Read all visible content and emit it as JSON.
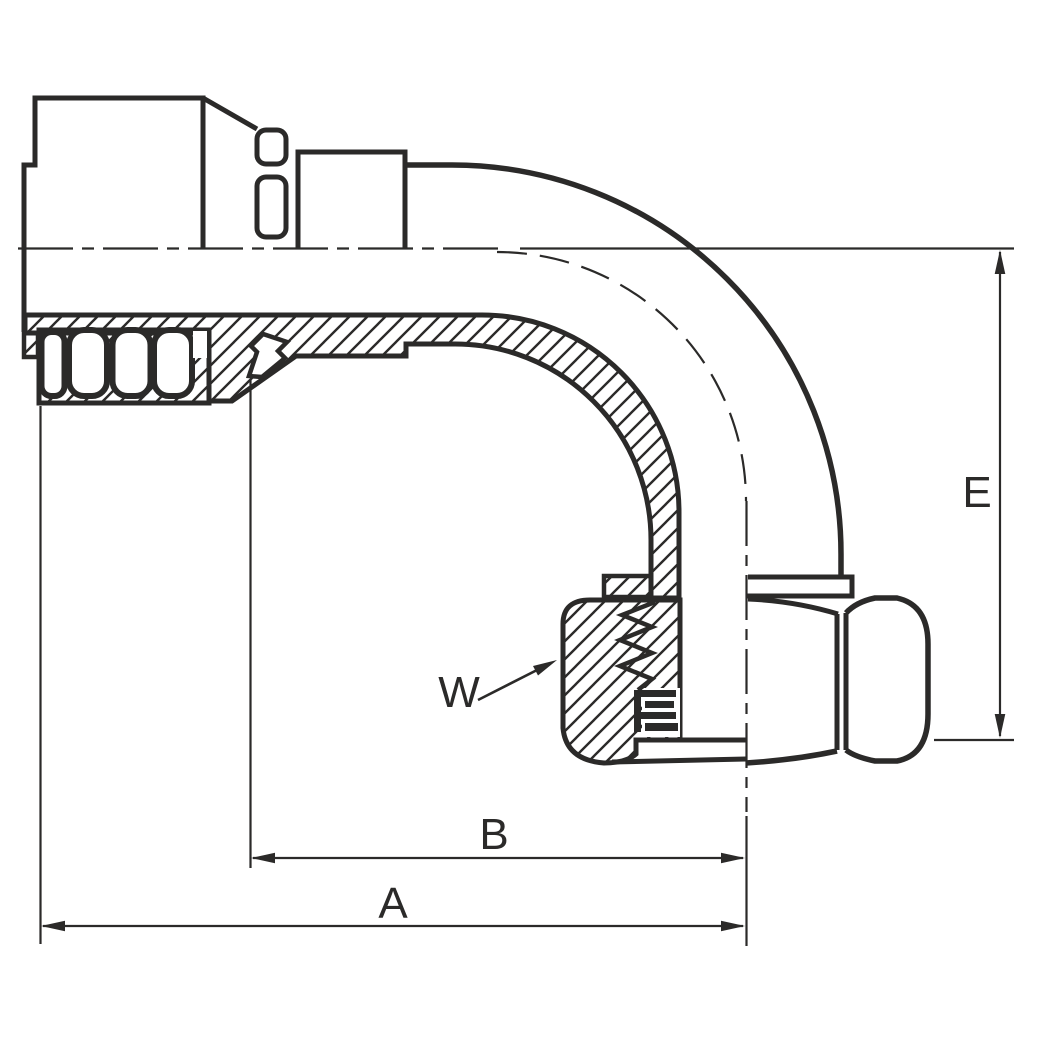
{
  "labels": {
    "dim_e": "E",
    "dim_b": "B",
    "dim_a": "A",
    "thread_w": "W"
  },
  "colors": {
    "line": "#2b2a29",
    "background": "#ffffff"
  }
}
